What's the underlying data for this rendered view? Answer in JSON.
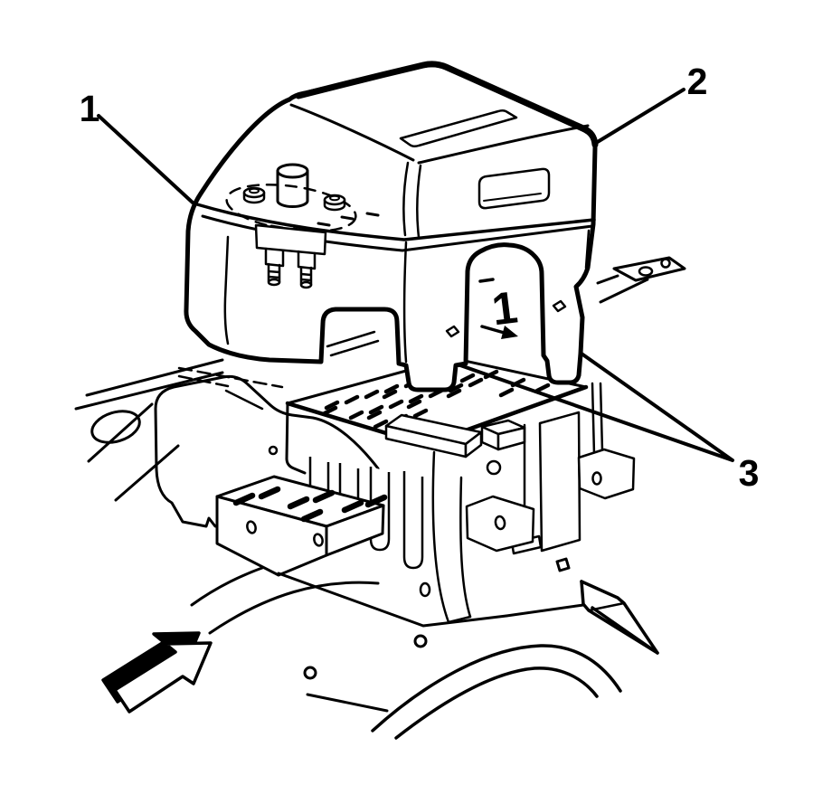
{
  "figure": {
    "type": "technical-line-illustration",
    "background_color": "#ffffff",
    "ink_color": "#000000",
    "callouts": [
      {
        "id": "callout-1",
        "label": "1"
      },
      {
        "id": "callout-2",
        "label": "2"
      },
      {
        "id": "callout-3",
        "label": "3"
      }
    ],
    "cover_marking": {
      "text": "1",
      "arrow_direction": "down-right"
    },
    "icons": [
      {
        "name": "front-direction-arrow",
        "shape": "3d-block-arrow",
        "points": "up-right",
        "fill": "#000000"
      },
      {
        "name": "pointed-tab-indicator",
        "shape": "flat-pointed-plate-with-holes",
        "points": "right"
      }
    ]
  }
}
